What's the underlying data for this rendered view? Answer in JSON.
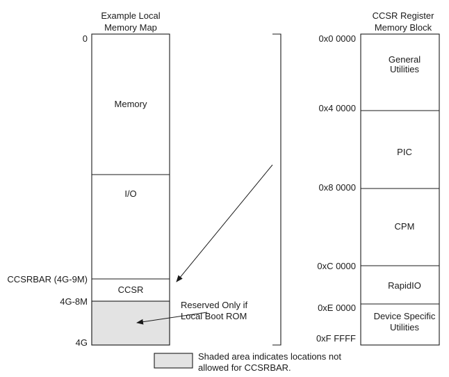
{
  "left_map": {
    "title_lines": [
      "Example Local",
      "Memory Map"
    ],
    "addr_zero": "0",
    "addr_ccsrbar": "CCSRBAR (4G-9M)",
    "addr_4g8m": "4G-8M",
    "addr_4g": "4G",
    "regions": {
      "memory": "Memory",
      "io": "I/O",
      "ccsr": "CCSR"
    },
    "reserved_note_lines": [
      "Reserved Only if",
      "Local Boot ROM"
    ]
  },
  "right_block": {
    "title_lines": [
      "CCSR Register",
      "Memory Block"
    ],
    "addresses": [
      "0x0 0000",
      "0x4 0000",
      "0x8 0000",
      "0xC 0000",
      "0xE 0000",
      "0xF FFFF"
    ],
    "regions": {
      "general_utilities": [
        "General",
        "Utilities"
      ],
      "pic": "PIC",
      "cpm": "CPM",
      "rapidio": "RapidIO",
      "device_specific": [
        "Device Specific",
        "Utilities"
      ]
    }
  },
  "legend": {
    "text_lines": [
      "Shaded area indicates locations not",
      "allowed for CCSRBAR."
    ]
  },
  "colors": {
    "shade": "#e3e3e3",
    "line": "#1a1a1a"
  }
}
